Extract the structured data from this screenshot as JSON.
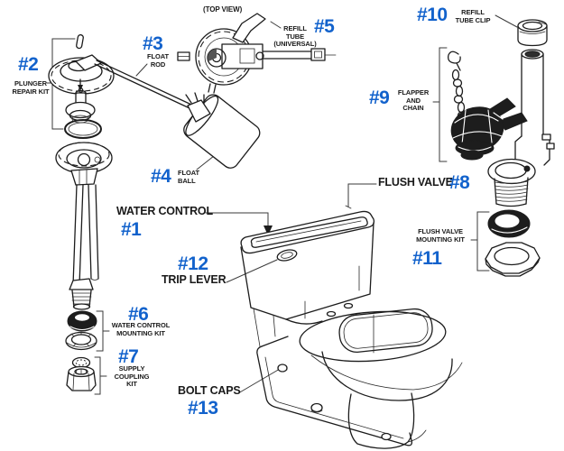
{
  "figure": {
    "annotation_top_view": "(TOP VIEW)",
    "accent_blue": "#1262cc",
    "line_color": "#1c1c1c",
    "background": "#ffffff"
  },
  "parts": [
    {
      "number": "#1",
      "label": "WATER CONTROL"
    },
    {
      "number": "#2",
      "label": "PLUNGER\nREPAIR KIT"
    },
    {
      "number": "#3",
      "label": "FLOAT\nROD"
    },
    {
      "number": "#4",
      "label": "FLOAT\nBALL"
    },
    {
      "number": "#5",
      "label": "REFILL\nTUBE\n(UNIVERSAL)"
    },
    {
      "number": "#6",
      "label": "WATER CONTROL\nMOUNTING KIT"
    },
    {
      "number": "#7",
      "label": "SUPPLY\nCOUPLING\nKIT"
    },
    {
      "number": "#8",
      "label": "FLUSH VALVE"
    },
    {
      "number": "#9",
      "label": "FLAPPER\nAND\nCHAIN"
    },
    {
      "number": "#10",
      "label": "REFILL\nTUBE CLIP"
    },
    {
      "number": "#11",
      "label": "FLUSH VALVE\nMOUNTING KIT"
    },
    {
      "number": "#12",
      "label": "TRIP LEVER"
    },
    {
      "number": "#13",
      "label": "BOLT CAPS"
    }
  ]
}
